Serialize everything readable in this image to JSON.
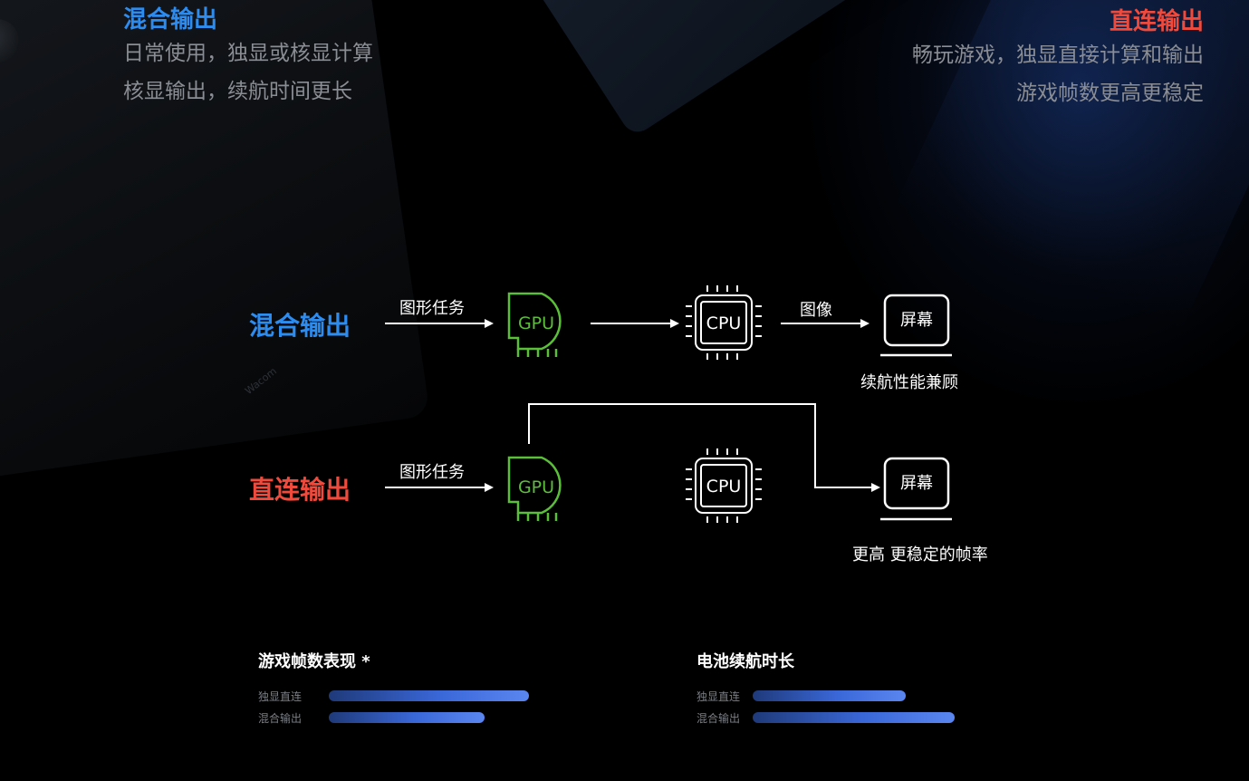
{
  "top_left": {
    "title": "混合输出",
    "line1": "日常使用，独显或核显计算",
    "line2": "核显输出，续航时间更长"
  },
  "top_right": {
    "title": "直连输出",
    "line1": "畅玩游戏，独显直接计算和输出",
    "line2": "游戏帧数更高更稳定"
  },
  "background": {
    "brand": "Wacom"
  },
  "diagram": {
    "hybrid": {
      "label": "混合输出",
      "task": "图形任务",
      "gpu": "GPU",
      "cpu": "CPU",
      "image": "图像",
      "screen": "屏幕",
      "caption": "续航性能兼顾"
    },
    "direct": {
      "label": "直连输出",
      "task": "图形任务",
      "gpu": "GPU",
      "cpu": "CPU",
      "screen": "屏幕",
      "caption": "更高 更稳定的帧率"
    }
  },
  "colors": {
    "blue_accent": "#2d8cf0",
    "red_accent": "#f04a3c",
    "gpu_green": "#5bbf3a"
  },
  "performance": {
    "fps": {
      "title": "游戏帧数表现 *",
      "rows": [
        {
          "label": "独显直连",
          "value": 1.0
        },
        {
          "label": "混合输出",
          "value": 0.78
        }
      ]
    },
    "battery": {
      "title": "电池续航时长",
      "rows": [
        {
          "label": "独显直连",
          "value": 0.76
        },
        {
          "label": "混合输出",
          "value": 1.0
        }
      ]
    }
  }
}
